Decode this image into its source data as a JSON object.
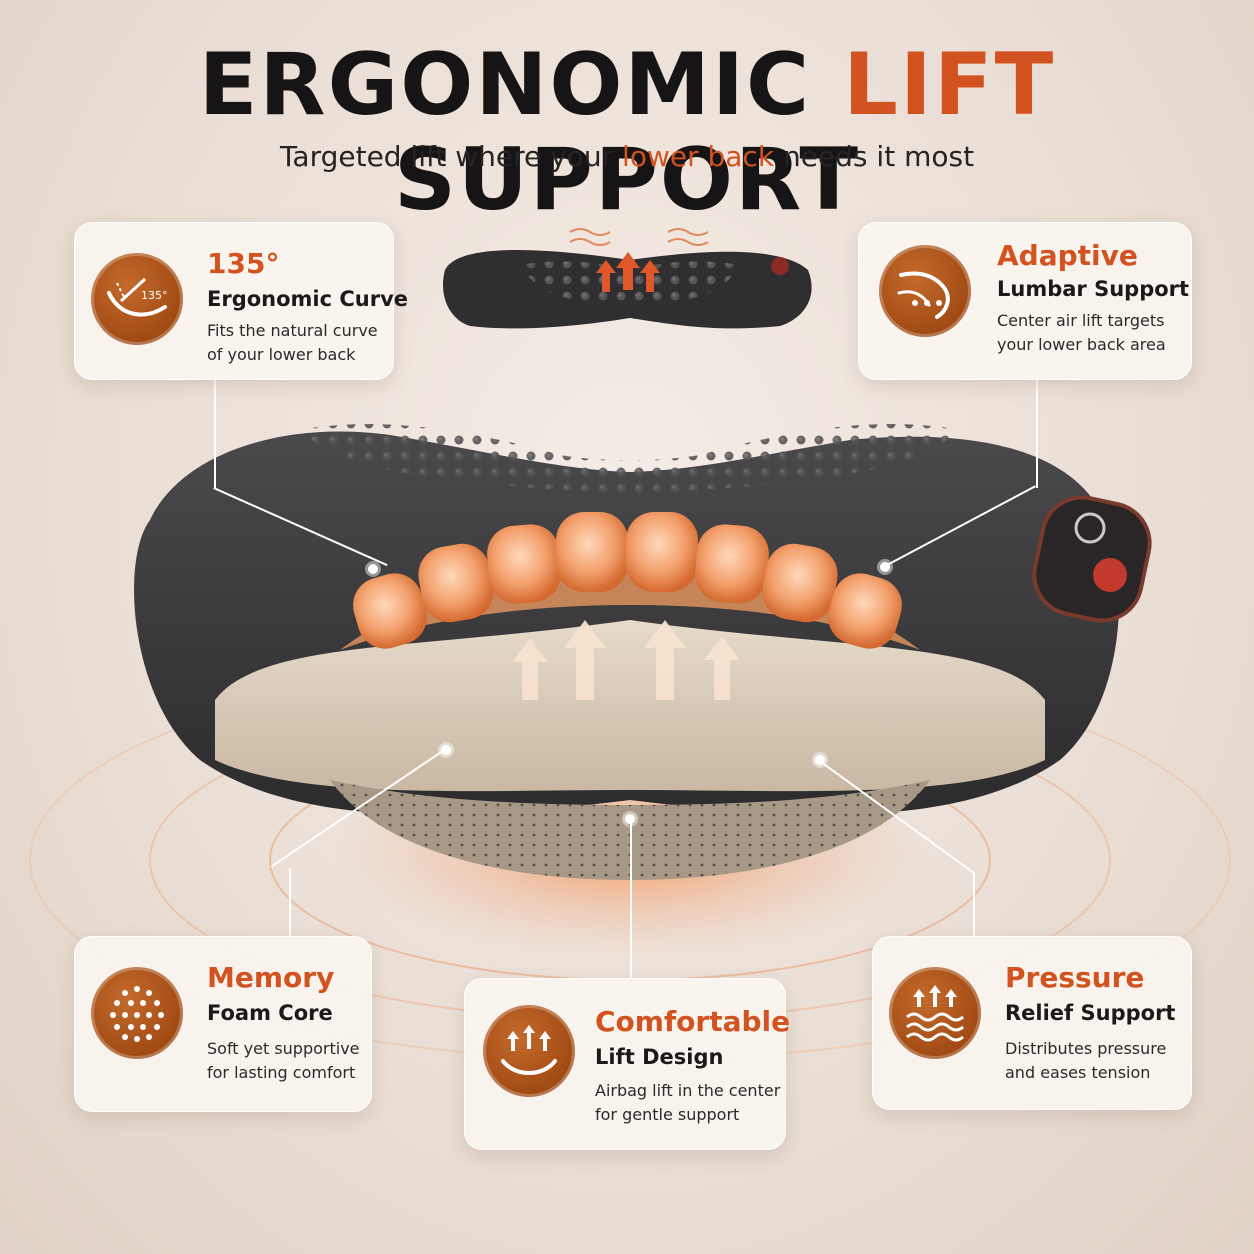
{
  "headline": {
    "part1": "ERGONOMIC",
    "accent": "LIFT",
    "part2": "SUPPORT"
  },
  "subhead": {
    "part1": "Targeted lift where your",
    "accent": "lower back",
    "part2": "needs it most"
  },
  "features": [
    {
      "title": "135°",
      "subtitle": "Ergonomic Curve",
      "desc1": "Fits the natural curve",
      "desc2": "of your lower back",
      "icon": "curve-angle-icon",
      "icon_label": "135°"
    },
    {
      "title": "Adaptive",
      "subtitle": "Lumbar Support",
      "desc1": "Center air lift targets",
      "desc2": "your lower back area",
      "icon": "lumbar-curve-icon"
    },
    {
      "title": "Memory",
      "subtitle": "Foam Core",
      "desc1": "Soft yet supportive",
      "desc2": "for lasting comfort",
      "icon": "foam-dots-icon"
    },
    {
      "title": "Comfortable",
      "subtitle": "Lift Design",
      "desc1": "Airbag lift in the center",
      "desc2": "for gentle support",
      "icon": "lift-arrows-icon"
    },
    {
      "title": "Pressure",
      "subtitle": "Relief Support",
      "desc1": "Distributes pressure",
      "desc2": "and eases tension",
      "icon": "pressure-waves-icon"
    }
  ],
  "colors": {
    "accent": "#d2531f",
    "badge": "#a14a14",
    "pillow": "#3b3a3b",
    "foam": "#d9cbb9",
    "airbag": "#f0a36f"
  }
}
